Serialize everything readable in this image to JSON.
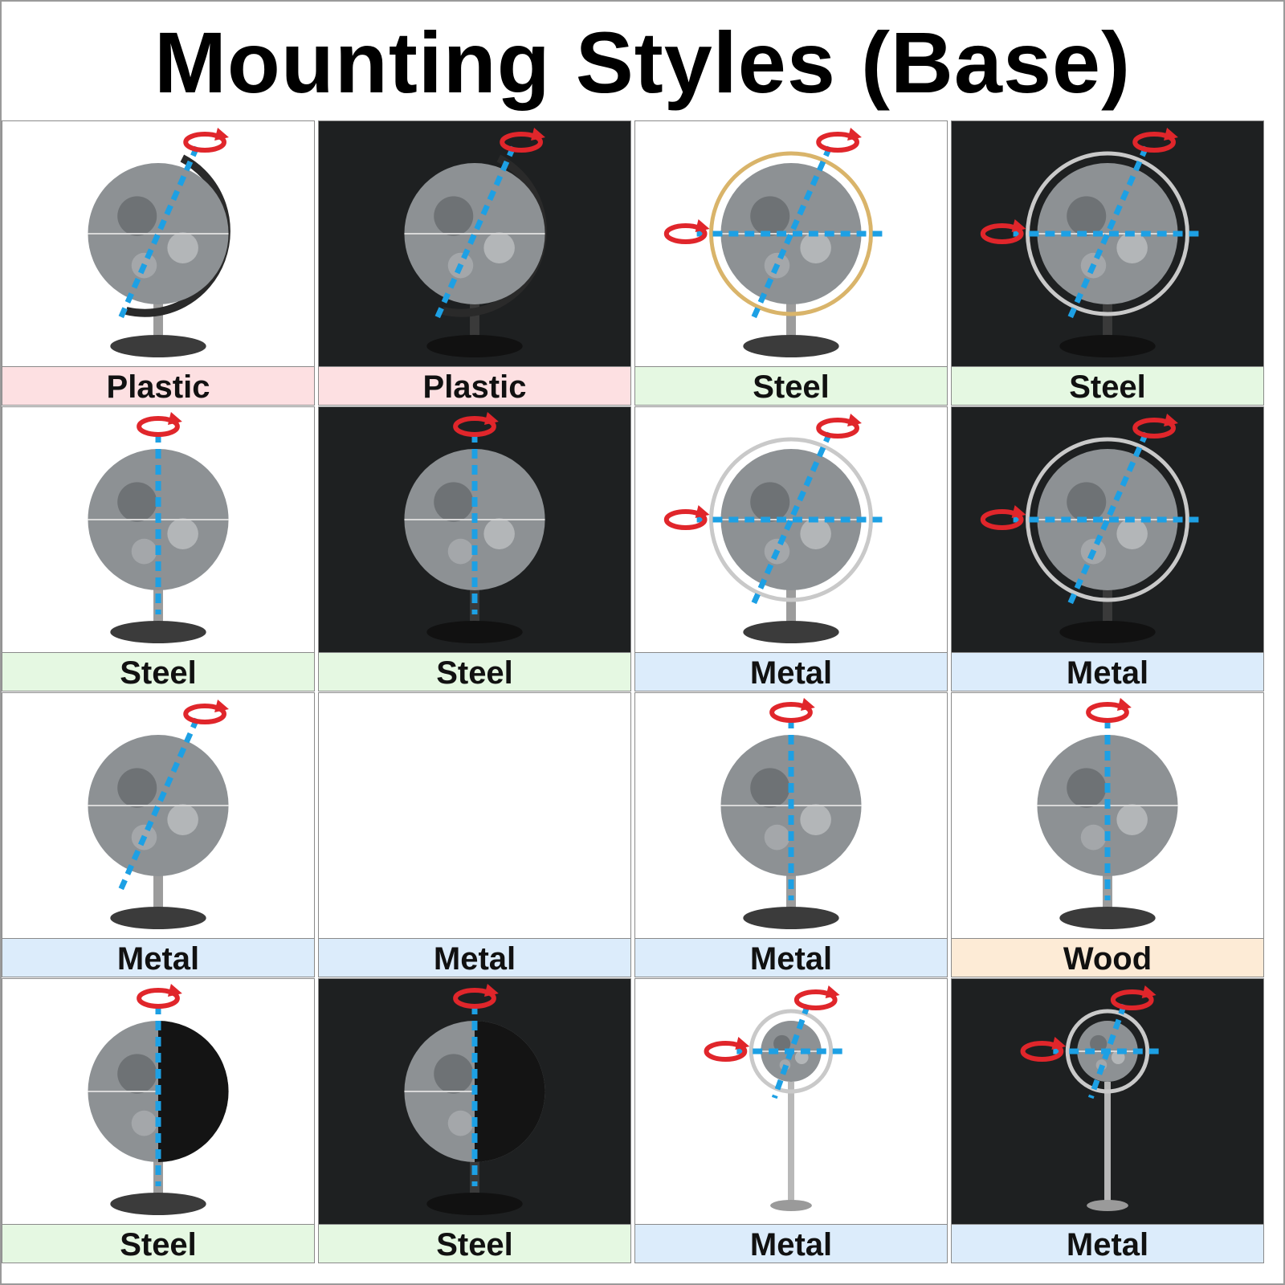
{
  "title": "Mounting Styles (Base)",
  "colors": {
    "Plastic": "#fde0e2",
    "Steel": "#e5f8e2",
    "Metal": "#dcecfb",
    "Wood": "#fdebd6",
    "axis": "#1da0e4",
    "rotation_arrow": "#e0262b"
  },
  "cells": [
    {
      "label": "Plastic",
      "background": "light",
      "stand": "arc",
      "tilt": true,
      "second_axis": false,
      "image": true
    },
    {
      "label": "Plastic",
      "background": "dark",
      "stand": "arc",
      "tilt": true,
      "second_axis": false,
      "image": true
    },
    {
      "label": "Steel",
      "background": "light",
      "stand": "ring",
      "tilt": true,
      "second_axis": true,
      "image": true
    },
    {
      "label": "Steel",
      "background": "dark",
      "stand": "ring",
      "tilt": true,
      "second_axis": true,
      "image": true
    },
    {
      "label": "Steel",
      "background": "light",
      "stand": "pedestal",
      "tilt": false,
      "second_axis": false,
      "image": true
    },
    {
      "label": "Steel",
      "background": "dark",
      "stand": "pedestal",
      "tilt": false,
      "second_axis": false,
      "image": true
    },
    {
      "label": "Metal",
      "background": "light",
      "stand": "ring",
      "tilt": true,
      "second_axis": true,
      "image": true
    },
    {
      "label": "Metal",
      "background": "dark",
      "stand": "ring",
      "tilt": true,
      "second_axis": true,
      "image": true
    },
    {
      "label": "Metal",
      "background": "light",
      "stand": "rod",
      "tilt": true,
      "second_axis": false,
      "image": true
    },
    {
      "label": "Metal",
      "background": "light",
      "stand": "none",
      "tilt": false,
      "second_axis": false,
      "image": false
    },
    {
      "label": "Metal",
      "background": "light",
      "stand": "pedestal",
      "tilt": false,
      "second_axis": false,
      "image": true
    },
    {
      "label": "Wood",
      "background": "light",
      "stand": "pedestal",
      "tilt": false,
      "second_axis": false,
      "image": true
    },
    {
      "label": "Steel",
      "background": "light",
      "stand": "pedestal",
      "tilt": false,
      "second_axis": false,
      "image": true,
      "half_dark": true
    },
    {
      "label": "Steel",
      "background": "dark",
      "stand": "pedestal",
      "tilt": false,
      "second_axis": false,
      "image": true,
      "half_dark": true
    },
    {
      "label": "Metal",
      "background": "light",
      "stand": "floor",
      "tilt": true,
      "second_axis": true,
      "image": true
    },
    {
      "label": "Metal",
      "background": "dark",
      "stand": "floor",
      "tilt": true,
      "second_axis": true,
      "image": true
    }
  ]
}
